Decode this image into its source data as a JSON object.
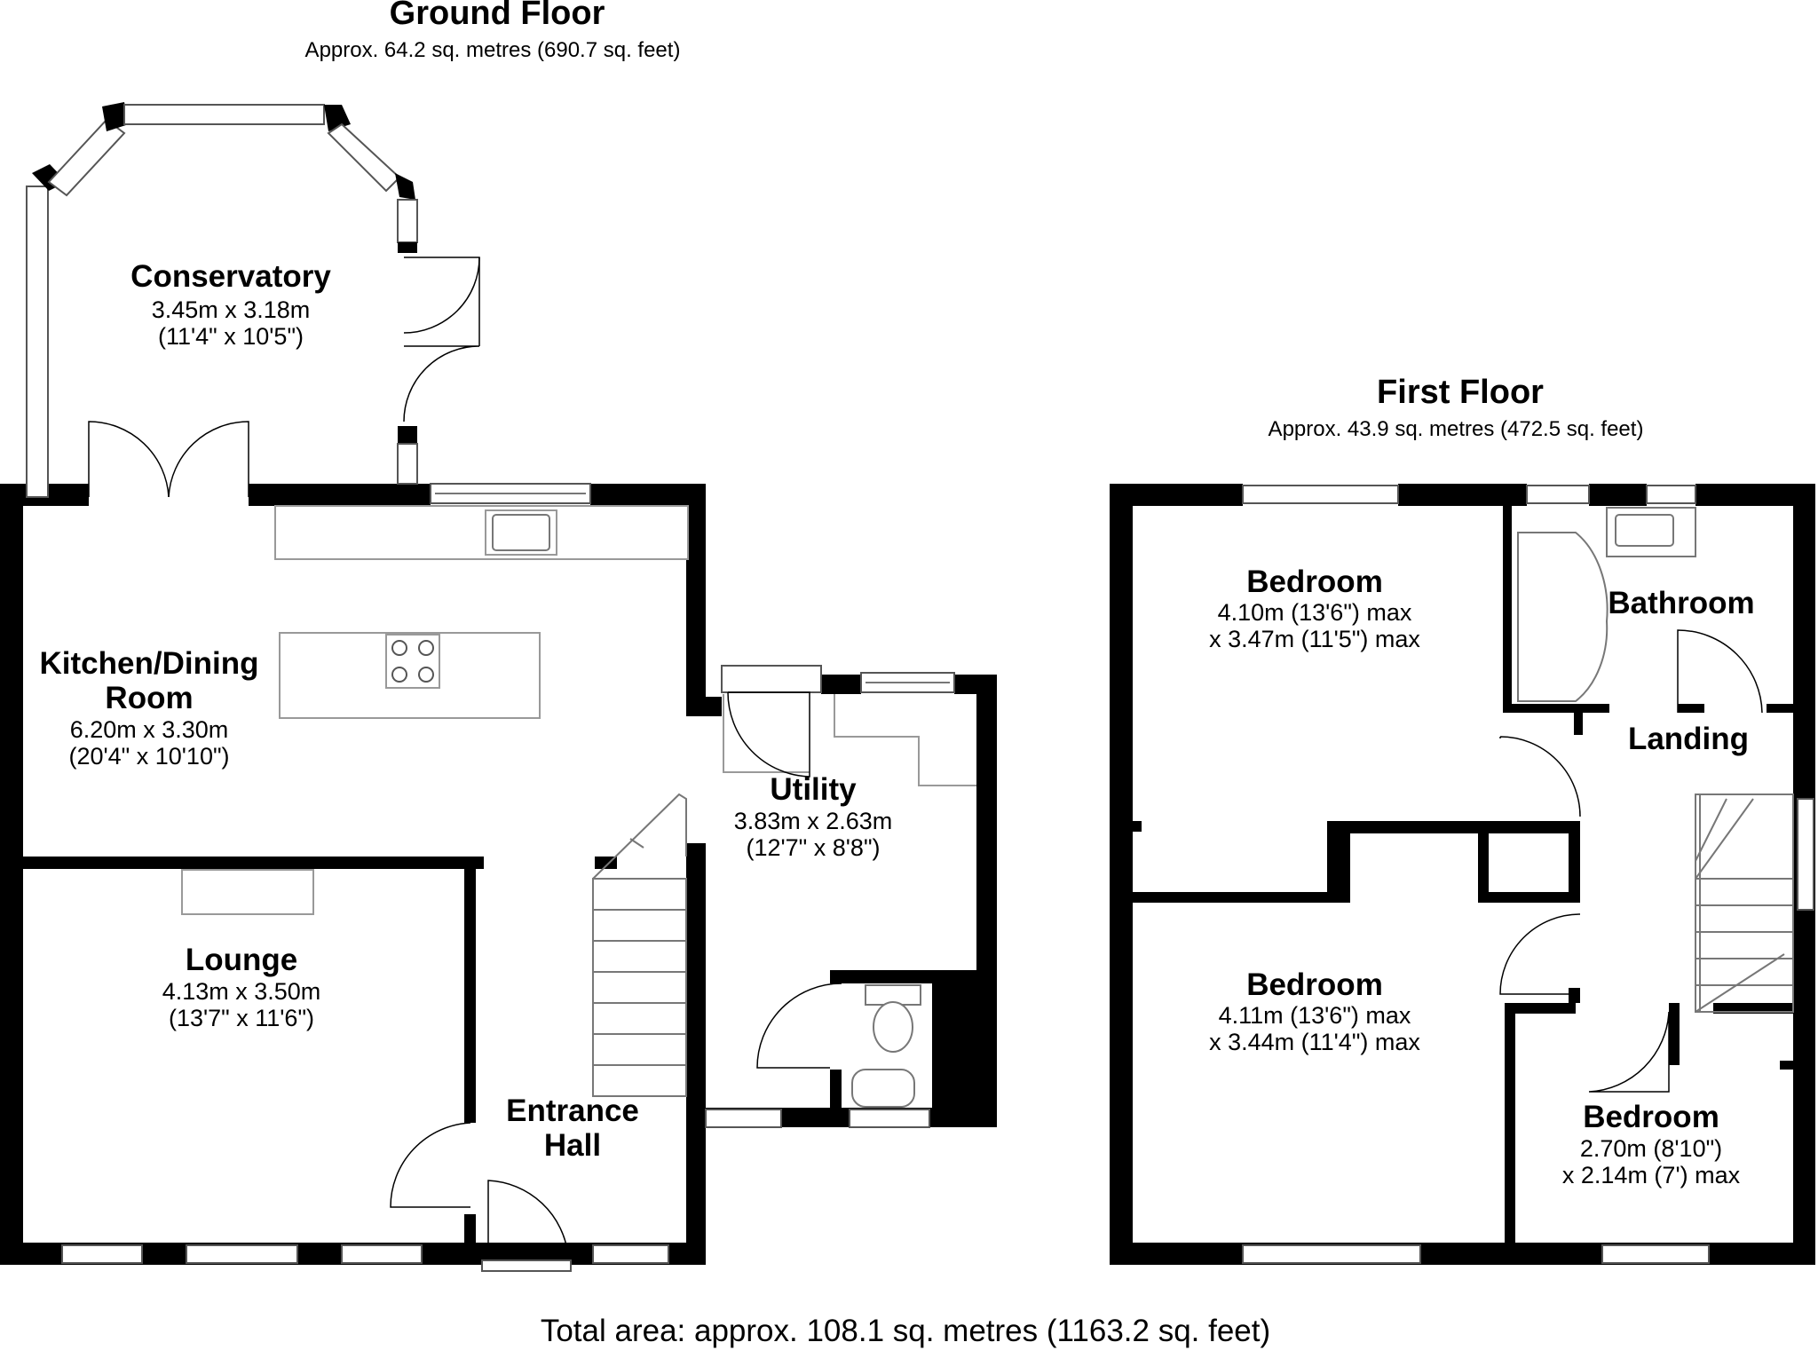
{
  "ground_floor": {
    "title": "Ground Floor",
    "area": "Approx. 64.2 sq. metres (690.7 sq. feet)",
    "rooms": {
      "conservatory": {
        "name": "Conservatory",
        "dim1": "3.45m x 3.18m",
        "dim2": "(11'4\" x 10'5\")"
      },
      "kitchen": {
        "name1": "Kitchen/Dining",
        "name2": "Room",
        "dim1": "6.20m x 3.30m",
        "dim2": "(20'4\" x 10'10\")"
      },
      "utility": {
        "name": "Utility",
        "dim1": "3.83m x 2.63m",
        "dim2": "(12'7\" x 8'8\")"
      },
      "lounge": {
        "name": "Lounge",
        "dim1": "4.13m x 3.50m",
        "dim2": "(13'7\" x 11'6\")"
      },
      "entrance_hall": {
        "name1": "Entrance",
        "name2": "Hall"
      }
    }
  },
  "first_floor": {
    "title": "First Floor",
    "area": "Approx. 43.9 sq. metres (472.5 sq. feet)",
    "rooms": {
      "bedroom1": {
        "name": "Bedroom",
        "dim1": "4.10m (13'6\") max",
        "dim2": "x 3.47m (11'5\") max"
      },
      "bathroom": {
        "name": "Bathroom"
      },
      "landing": {
        "name": "Landing"
      },
      "bedroom2": {
        "name": "Bedroom",
        "dim1": "4.11m (13'6\") max",
        "dim2": "x 3.44m (11'4\") max"
      },
      "bedroom3": {
        "name": "Bedroom",
        "dim1": "2.70m (8'10\")",
        "dim2": "x 2.14m (7') max"
      }
    }
  },
  "total_area": "Total area: approx. 108.1 sq. metres (1163.2 sq. feet)",
  "colors": {
    "wall": "#000000",
    "fixture": "#999999",
    "background": "#ffffff"
  }
}
